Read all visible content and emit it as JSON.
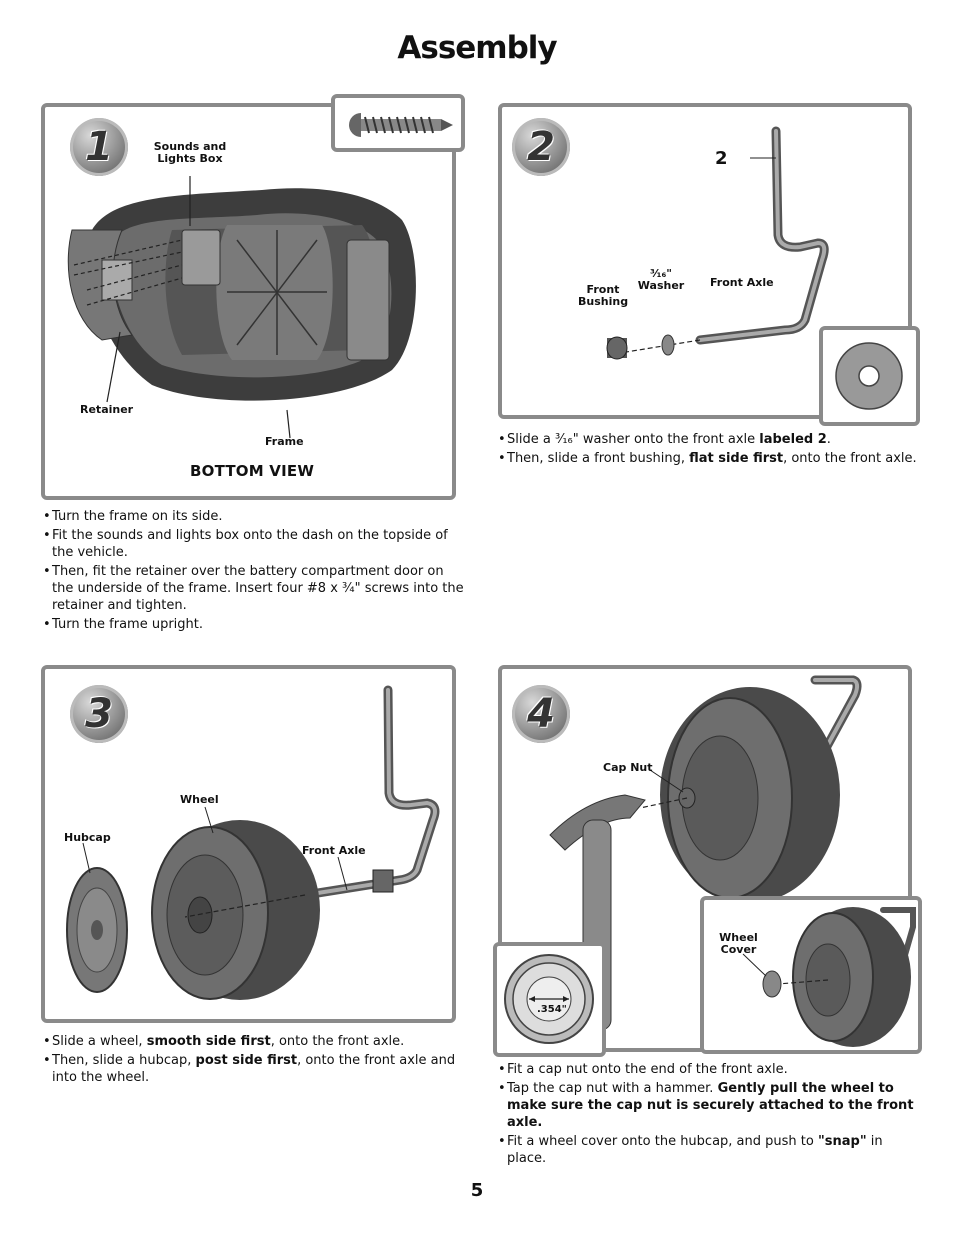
{
  "page": {
    "title": "Assembly",
    "number": "5"
  },
  "step1": {
    "badge": "1",
    "labels": {
      "sounds_box_line1": "Sounds and",
      "sounds_box_line2": "Lights Box",
      "retainer": "Retainer",
      "frame": "Frame"
    },
    "view_label": "BOTTOM VIEW",
    "instructions": [
      "Turn the frame on its side.",
      "Fit the sounds and lights box onto the dash on the topside of the vehicle.",
      "Then, fit the retainer over the battery compartment door on the underside of the frame. Insert four #8 x ¾\" screws into the retainer and tighten.",
      "Turn the frame upright."
    ]
  },
  "step2": {
    "badge": "2",
    "labels": {
      "part_number": "2",
      "front_bushing_line1": "Front",
      "front_bushing_line2": "Bushing",
      "washer_size": "³⁄₁₆\"",
      "washer": "Washer",
      "front_axle": "Front Axle"
    },
    "instructions": [
      {
        "pre": "Slide a ³⁄₁₆\" washer onto the front axle ",
        "bold": "labeled 2",
        "post": "."
      },
      {
        "pre": "Then, slide a front bushing, ",
        "bold": "flat side first",
        "post": ", onto the front axle."
      }
    ]
  },
  "step3": {
    "badge": "3",
    "labels": {
      "wheel": "Wheel",
      "hubcap": "Hubcap",
      "front_axle": "Front Axle"
    },
    "instructions": [
      {
        "pre": "Slide a wheel, ",
        "bold": "smooth side first",
        "post": ", onto the front axle."
      },
      {
        "pre": "Then, slide a hubcap, ",
        "bold": "post side first",
        "post": ", onto the front axle and into the wheel."
      }
    ]
  },
  "step4": {
    "badge": "4",
    "labels": {
      "cap_nut": "Cap Nut",
      "wheel_cover_line1": "Wheel",
      "wheel_cover_line2": "Cover",
      "gauge": ".354\""
    },
    "instructions": [
      {
        "pre": "Fit a cap nut onto the end of the front axle.",
        "bold": "",
        "post": ""
      },
      {
        "pre": "Tap the cap nut with a hammer. ",
        "bold": "Gently pull the wheel to make sure the cap nut is securely attached to the front axle.",
        "post": ""
      },
      {
        "pre": "Fit a wheel cover onto the hubcap, and push to ",
        "bold": "\"snap\"",
        "post": " in place."
      }
    ]
  },
  "colors": {
    "panel_border": "#8a8a8a",
    "part_dark": "#444444",
    "part_mid": "#777777"
  }
}
